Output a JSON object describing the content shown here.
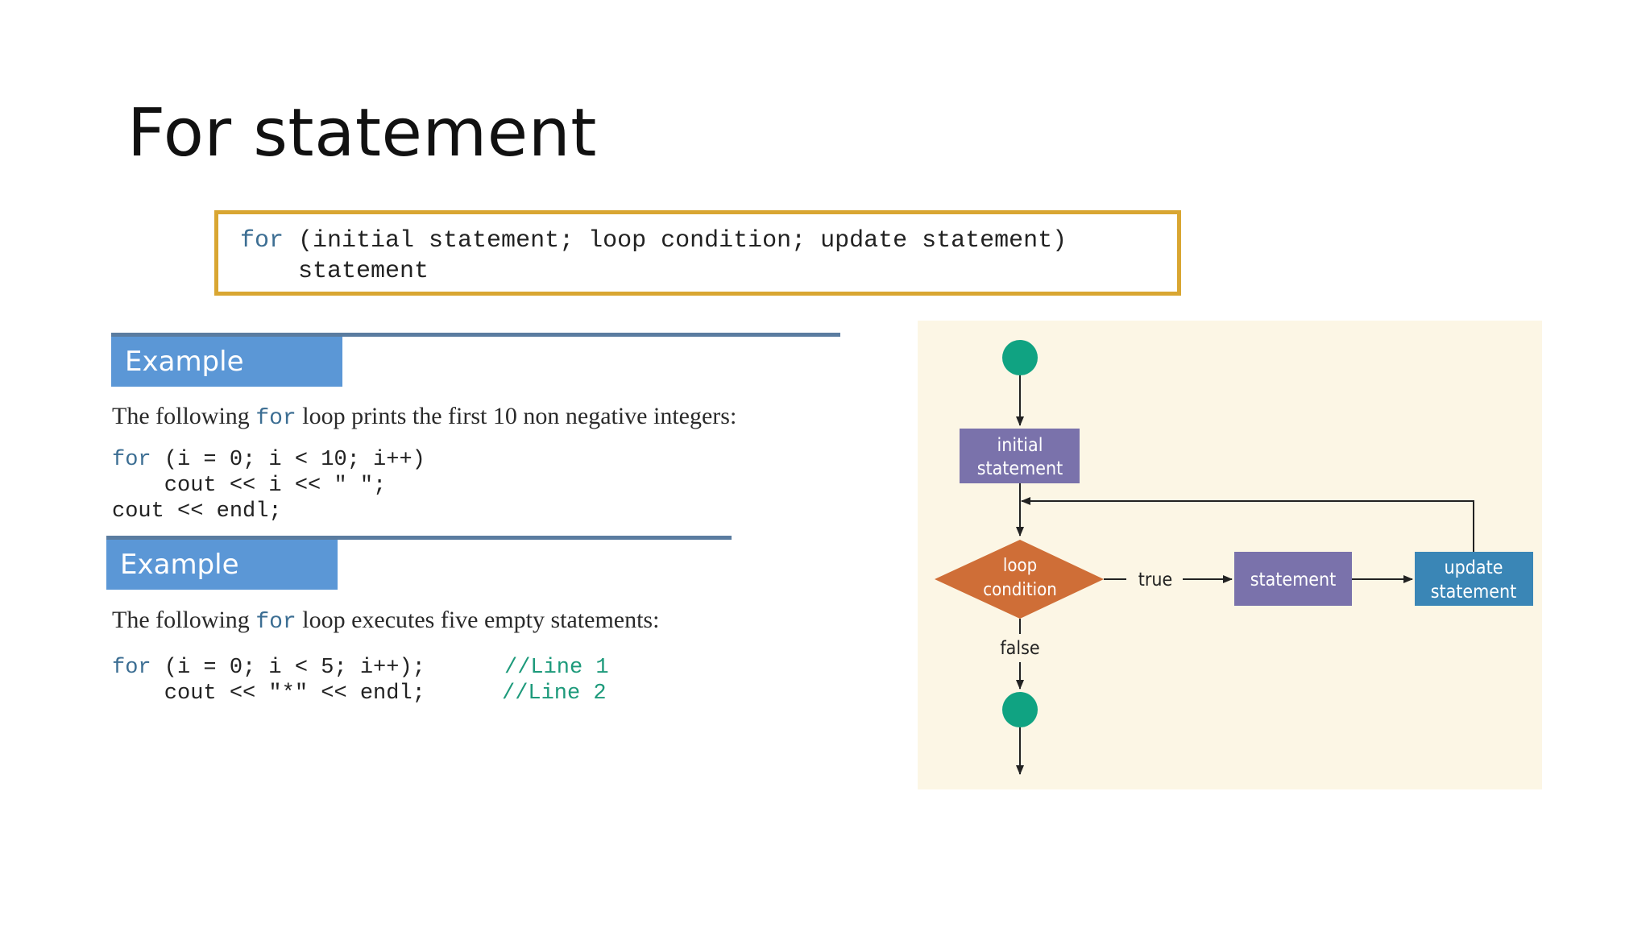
{
  "title": "For statement",
  "syntax": {
    "keyword": "for",
    "line1_rest": " (initial statement; loop condition; update statement)",
    "line2": "    statement"
  },
  "example1": {
    "heading": "Example",
    "desc_before": "The following ",
    "desc_keyword": "for",
    "desc_after": " loop prints the first 10 non negative integers:",
    "code_keyword": "for",
    "code_line1_rest": " (i = 0; i < 10; i++)",
    "code_line2": "    cout << i << \" \";",
    "code_line3": "cout << endl;"
  },
  "example2": {
    "heading": "Example",
    "desc_before": "The following ",
    "desc_keyword": "for",
    "desc_after": " loop executes five empty statements:",
    "code_keyword": "for",
    "code_line1_rest": " (i = 0; i < 5; i++);",
    "code_line1_comment": "//Line 1",
    "code_line2": "    cout << \"*\" << endl;",
    "code_line2_comment": "//Line 2"
  },
  "flowchart": {
    "initial_line1": "initial",
    "initial_line2": "statement",
    "condition_line1": "loop",
    "condition_line2": "condition",
    "true_label": "true",
    "false_label": "false",
    "statement_label": "statement",
    "update_line1": "update",
    "update_line2": "statement",
    "colors": {
      "terminal": "#10a382",
      "process": "#7a72ab",
      "decision": "#cf6e37",
      "update": "#3a86b6",
      "background": "#fcf6e5"
    }
  }
}
